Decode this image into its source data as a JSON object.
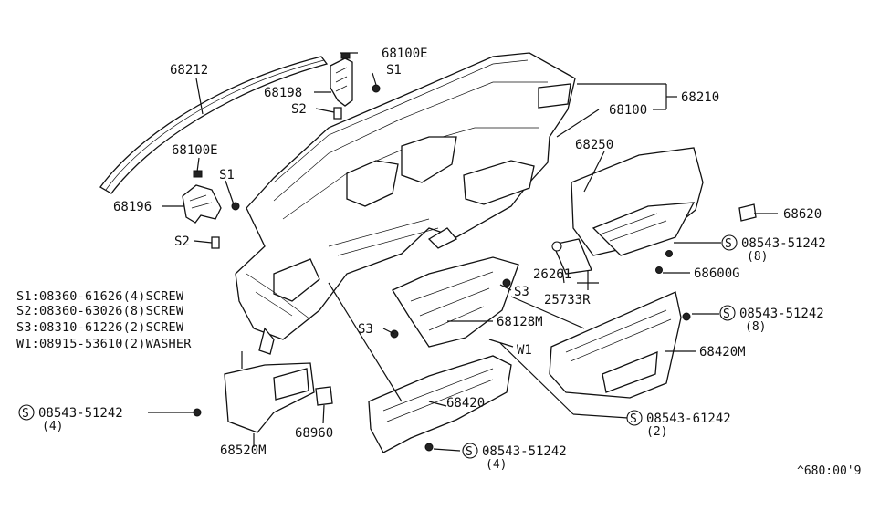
{
  "diagram": {
    "part_labels": {
      "p68212": "68212",
      "p68100E_top": "68100E",
      "p68198": "68198",
      "p68210": "68210",
      "p68100": "68100",
      "p68100E_mid": "68100E",
      "p68196": "68196",
      "p68250": "68250",
      "p68620": "68620",
      "p68600G": "68600G",
      "p26261": "26261",
      "p25733R": "25733R",
      "p68128M": "68128M",
      "p68420M": "68420M",
      "p68420": "68420",
      "p68960": "68960",
      "p68520M": "68520M"
    },
    "screw_refs": {
      "s1_top": "S1",
      "s2_top": "S2",
      "s1_mid": "S1",
      "s2_mid": "S2",
      "s3_right": "S3",
      "s3_left": "S3",
      "w1": "W1"
    },
    "bolts": {
      "b1_symbol": "S",
      "b1_number": "08543-51242",
      "b1_qty": "(8)",
      "b2_symbol": "S",
      "b2_number": "08543-51242",
      "b2_qty": "(8)",
      "b3_symbol": "S",
      "b3_number": "08543-61242",
      "b3_qty": "(2)",
      "b4_symbol": "S",
      "b4_number": "08543-51242",
      "b4_qty": "(4)",
      "b5_symbol": "S",
      "b5_number": "08543-51242",
      "b5_qty": "(4)"
    },
    "legend": [
      "S1:08360-61626(4)SCREW",
      "S2:08360-63026(8)SCREW",
      "S3:08310-61226(2)SCREW",
      "W1:08915-53610(2)WASHER"
    ],
    "footer_code": "^680:00'9"
  }
}
